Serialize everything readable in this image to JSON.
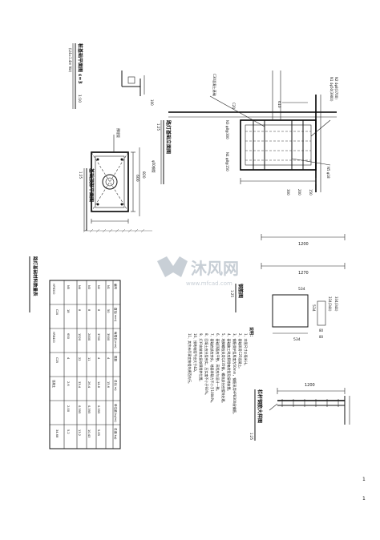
{
  "drawing": {
    "base_plan_title": "基础顶部平面图",
    "base_plan_scale": "1:25",
    "base_plan_note": "(L/4=1.4m Vol)",
    "base_top_detail_title": "桩基础平面图 ε=3",
    "base_top_scale": "1:10",
    "section_title": "路灯基础立面图",
    "section_scale": "1:25",
    "column_title": "钢筋图",
    "column_scale": "1:25",
    "anchor_title": "栏杆钢筋大样图",
    "anchor_scale": "1:25",
    "table_title": "路灯基础材料数量表",
    "dims": {
      "d610": "610",
      "d1200a": "1200",
      "d1270": "1270",
      "d1200b": "1200",
      "d534a": "534",
      "d534b": "534",
      "d80a": "80",
      "d80b": "80",
      "d334a": "334(344)",
      "d334b": "334(344)",
      "d600": "600",
      "d820": "820",
      "d300": "300",
      "d200": "200",
      "d100": "100",
      "d150": "150"
    },
    "labels": {
      "n1": "N1 4φ50(3900)",
      "n2": "N2 4φ8(3700)",
      "n3": "N3 φ8@300",
      "n4": "N4 φ8@150",
      "n5": "N5 φ18",
      "c20": "C20",
      "c30": "C30混凝土基础",
      "embed": "预埋管",
      "pipe": "φ50钢管"
    },
    "notes_title": "说明：",
    "notes": [
      "1、本图尺寸以毫米计。",
      "2、基础采用C25混凝土。",
      "3、钢筋保护层厚度为50mm，钢筋采用HPB300级钢筋。",
      "4、基础施工时应预埋电缆管及接地装置。",
      "5、地脚螺栓采用Q235钢，螺纹部分应镀锌处理。",
      "6、基础顶面应平整，高程应与设计一致。",
      "7、基础底部应夯实，地基承载力不小于100kPa。",
      "8、回填土应分层夯实，压实度不小于93%。",
      "9、灯杆安装前应复核预埋件位置。",
      "10、接地电阻不应大于4Ω。",
      "11、其余未尽事宜按相关规范执行。"
    ],
    "watermark_text": "沐风网",
    "watermark_url": "www.mfcad.com",
    "footer_marks": [
      "1",
      "1"
    ]
  },
  "table": {
    "headers": [
      "编号",
      "直径(mm)",
      "每根长(mm)",
      "根数",
      "总长(m)",
      "单位重(kg/m)",
      "总重(kg)"
    ],
    "rows": [
      [
        "N1",
        "50",
        "3900",
        "4",
        "15.6",
        "",
        ""
      ],
      [
        "N2",
        "8",
        "3700",
        "4",
        "14.8",
        "0.395",
        "5.85"
      ],
      [
        "N3",
        "8",
        "2400",
        "11",
        "26.4",
        "0.395",
        "10.43"
      ],
      [
        "N4",
        "8",
        "1520",
        "22",
        "33.4",
        "0.395",
        "13.2"
      ],
      [
        "N5",
        "18",
        "650",
        "4",
        "2.6",
        "2.00",
        "5.2"
      ]
    ],
    "totals": [
      "C20",
      "C25",
      "34.68"
    ],
    "side_labels": [
      "HPB300",
      "HRB400",
      "混凝土"
    ]
  }
}
